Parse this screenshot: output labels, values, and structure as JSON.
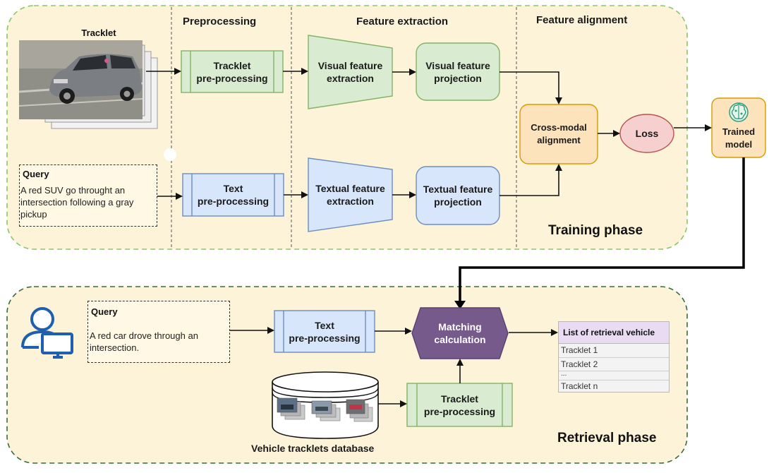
{
  "training": {
    "phase_label": "Training phase",
    "col_preprocessing": "Preprocessing",
    "col_feature_extraction": "Feature extraction",
    "col_feature_alignment": "Feature alignment",
    "tracklet_caption": "Tracklet",
    "tracklet_preprocessing": [
      "Tracklet",
      "pre-processing"
    ],
    "text_preprocessing": [
      "Text",
      "pre-processing"
    ],
    "visual_feature_extraction": [
      "Visual feature",
      "extraction"
    ],
    "textual_feature_extraction": [
      "Textual feature",
      "extraction"
    ],
    "visual_feature_projection": [
      "Visual feature",
      "projection"
    ],
    "textual_feature_projection": [
      "Textual feature",
      "projection"
    ],
    "cross_modal_alignment": [
      "Cross-modal",
      "alignment"
    ],
    "loss": "Loss",
    "trained_model": [
      "Trained",
      "model"
    ],
    "query_title": "Query",
    "query_text": "A red SUV go throught an intersection following a gray pickup"
  },
  "retrieval": {
    "phase_label": "Retrieval phase",
    "query_title": "Query",
    "query_text": "A red car drove through an intersection.",
    "text_preprocessing": [
      "Text",
      "pre-processing"
    ],
    "matching_calculation": [
      "Matching",
      "calculation"
    ],
    "tracklet_preprocessing": [
      "Tracklet",
      "pre-processing"
    ],
    "database_label": "Vehicle tracklets database",
    "list_title": "List of retrieval vehicle",
    "list_items": [
      "Tracklet 1",
      "Tracklet 2",
      "...",
      "Tracklet n"
    ]
  },
  "colors": {
    "training_bg": "#fdf3d9",
    "training_border": "#8bc46a",
    "retrieval_bg": "#fdf3d9",
    "retrieval_border": "#3b6b3b",
    "green_fill": "#d9ebd0",
    "green_stroke": "#82b366",
    "blue_fill": "#d7e6fb",
    "blue_stroke": "#6c8ebf",
    "orange_fill": "#fde3bb",
    "orange_stroke": "#d79b00",
    "loss_fill": "#f6cfcf",
    "loss_stroke": "#b85450",
    "matching_fill": "#775a8c",
    "list_header_fill": "#e9dcf2"
  },
  "icons": [
    "user-computer-icon",
    "brain-chip-icon",
    "database-cylinder-icon",
    "car-photo-stack-icon"
  ]
}
